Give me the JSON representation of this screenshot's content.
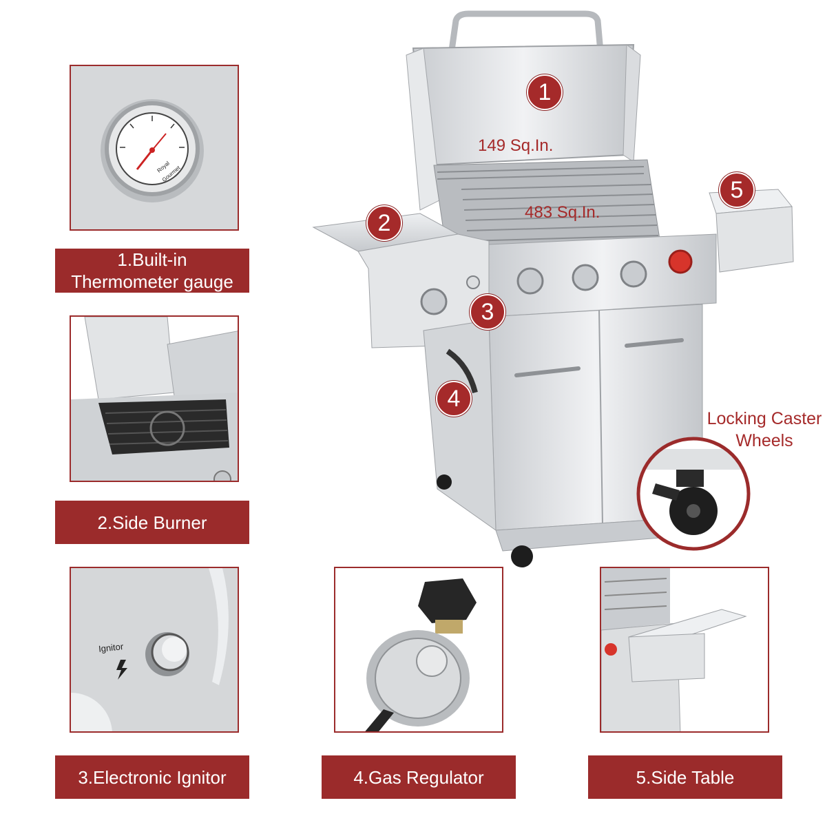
{
  "features": [
    {
      "number": "1",
      "label": "1.Built-in Thermometer gauge"
    },
    {
      "number": "2",
      "label": "2.Side Burner"
    },
    {
      "number": "3",
      "label": "3.Electronic Ignitor"
    },
    {
      "number": "4",
      "label": "4.Gas Regulator"
    },
    {
      "number": "5",
      "label": "5.Side Table"
    }
  ],
  "grill": {
    "upper_rack_area": "149 Sq.In.",
    "main_grate_area": "483 Sq.In."
  },
  "caster": {
    "label": "Locking Caster Wheels"
  },
  "gauge": {
    "brand_line1": "Royal",
    "brand_line2": "Gourmet"
  },
  "ignitor_panel": {
    "text": "Ignitor"
  },
  "colors": {
    "accent": "#9b2b2b",
    "badge": "#a52a2a",
    "steel": "#d9dbdd"
  }
}
